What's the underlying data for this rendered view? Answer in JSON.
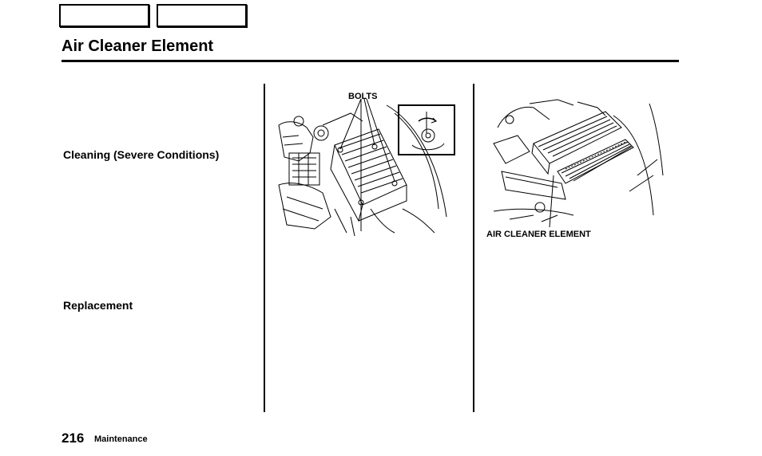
{
  "page": {
    "title": "Air Cleaner Element",
    "headings": {
      "cleaning": "Cleaning (Severe Conditions)",
      "replacement": "Replacement"
    },
    "figures": {
      "fig1_callout": "BOLTS",
      "fig2_callout": "AIR CLEANER ELEMENT"
    },
    "footer": {
      "page_number": "216",
      "section": "Maintenance"
    }
  },
  "nav": {
    "buttons": [
      "",
      ""
    ]
  }
}
